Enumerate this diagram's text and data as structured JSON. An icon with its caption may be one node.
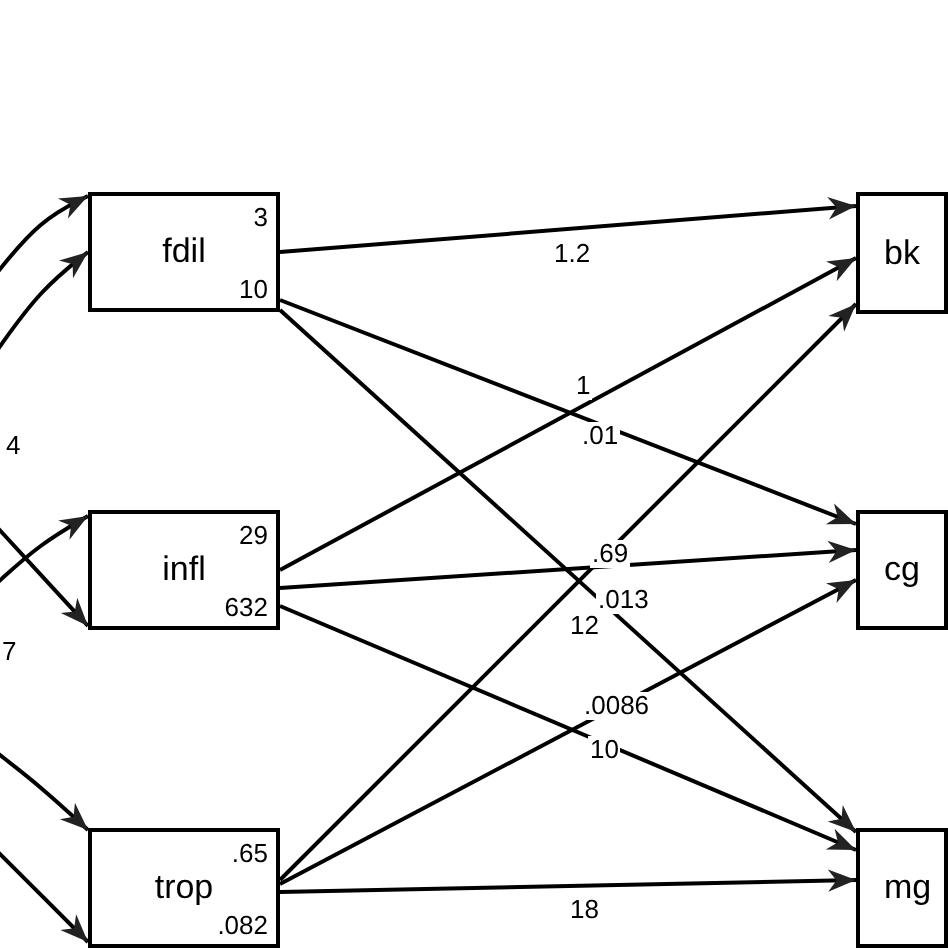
{
  "diagram": {
    "nodes": [
      {
        "text": [
          "fdil",
          "3",
          "10"
        ]
      },
      {
        "text": [
          "infl",
          "29",
          "632"
        ]
      },
      {
        "text": [
          "trop",
          ".65",
          ".082"
        ]
      },
      {
        "text": [
          "bk"
        ]
      },
      {
        "text": [
          "cg"
        ]
      },
      {
        "text": [
          "mg"
        ]
      }
    ],
    "edges": [
      {
        "from": null,
        "to": 0,
        "arrow": "to"
      },
      {
        "from": null,
        "to": 0,
        "arrow": "to"
      },
      {
        "from": null,
        "to": 1,
        "arrow": "to"
      },
      {
        "from": null,
        "to": 1,
        "arrow": "to"
      },
      {
        "from": null,
        "to": 2,
        "arrow": "to"
      },
      {
        "from": null,
        "to": 2,
        "arrow": "to"
      },
      {
        "from": 0,
        "to": 3,
        "arrow": "to",
        "label": "1.2"
      },
      {
        "from": 0,
        "to": 4,
        "arrow": "to",
        "label": ".01"
      },
      {
        "from": 0,
        "to": 5,
        "arrow": "to",
        "label": ".013"
      },
      {
        "from": 1,
        "to": 3,
        "arrow": "to",
        "label": "1"
      },
      {
        "from": 1,
        "to": 4,
        "arrow": "to",
        "label": ".69"
      },
      {
        "from": 1,
        "to": 5,
        "arrow": "to",
        "label": "10"
      },
      {
        "from": 2,
        "to": 3,
        "arrow": "to",
        "label": "12"
      },
      {
        "from": 2,
        "to": 4,
        "arrow": "to",
        "label": ".0086"
      },
      {
        "from": 2,
        "to": 5,
        "arrow": "to",
        "label": "18"
      }
    ],
    "labels": [
      "4",
      "7"
    ]
  }
}
